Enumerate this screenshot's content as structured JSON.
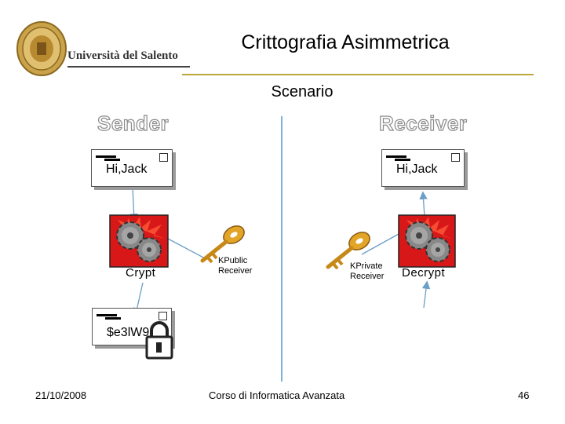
{
  "slide": {
    "title": "Crittografia Asimmetrica",
    "subtitle": "Scenario",
    "university": "Università del Salento"
  },
  "sender": {
    "heading": "Sender",
    "message": "Hi,Jack",
    "operation": "Crypt",
    "ciphertext": "$e3lW9"
  },
  "receiver": {
    "heading": "Receiver",
    "message": "Hi,Jack",
    "operation": "Decrypt"
  },
  "keys": {
    "public_line1": "KPublic",
    "public_line2": "Receiver",
    "private_line1": "KPrivate",
    "private_line2": "Receiver"
  },
  "footer": {
    "date": "21/10/2008",
    "course": "Corso di Informatica Avanzata",
    "page": "46"
  },
  "colors": {
    "accent_rule": "#b8a93a",
    "divider": "#7fb2d8",
    "gear_box": "#d81818",
    "key": "#e3a528",
    "arrows": "#6a9fc8"
  }
}
